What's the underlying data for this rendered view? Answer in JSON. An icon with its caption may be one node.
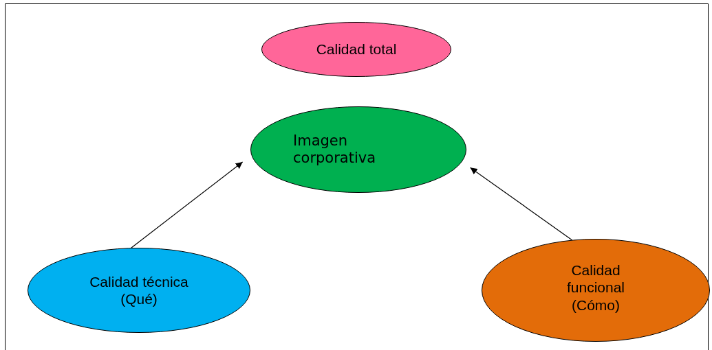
{
  "diagram": {
    "nodes": [
      {
        "text": [
          "Calidad total"
        ]
      },
      {
        "text": [
          "Imagen corporativa"
        ]
      },
      {
        "text": [
          "Calidad técnica (Qué)"
        ]
      },
      {
        "text": [
          "Calidad funcional (Cómo)"
        ]
      }
    ],
    "edges": [
      {
        "from": 2,
        "to": 1,
        "arrow": "to"
      },
      {
        "from": 3,
        "to": 1,
        "arrow": "to"
      }
    ]
  }
}
